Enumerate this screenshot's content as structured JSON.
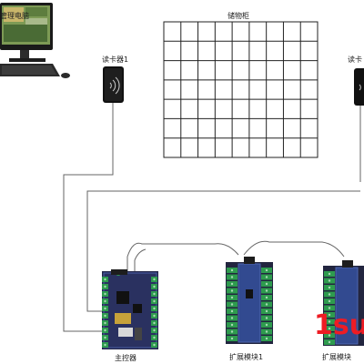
{
  "labels": {
    "pc": "管理电脑",
    "cabinet": "储物柜",
    "reader1": "读卡器1",
    "reader2": "读卡",
    "controller": "主控器",
    "expansion1": "扩展模块1",
    "expansion2": "扩展模块"
  },
  "watermark": "1su",
  "grid": {
    "rows": 7,
    "cols": 9
  },
  "colors": {
    "wire": "#666666",
    "board": "#24284a",
    "board_edge": "#3d5aa8",
    "terminal_green": "#2e9b4e",
    "watermark": "#ee1c24"
  }
}
